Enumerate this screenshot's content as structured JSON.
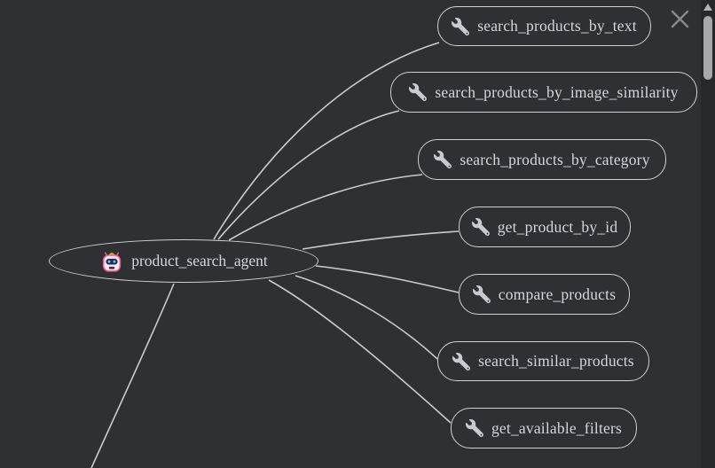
{
  "agent": {
    "label": "product_search_agent",
    "icon": "robot-icon"
  },
  "tools": [
    {
      "label": "search_products_by_text",
      "icon": "wrench-icon"
    },
    {
      "label": "search_products_by_image_similarity",
      "icon": "wrench-icon"
    },
    {
      "label": "search_products_by_category",
      "icon": "wrench-icon"
    },
    {
      "label": "get_product_by_id",
      "icon": "wrench-icon"
    },
    {
      "label": "compare_products",
      "icon": "wrench-icon"
    },
    {
      "label": "search_similar_products",
      "icon": "wrench-icon"
    },
    {
      "label": "get_available_filters",
      "icon": "wrench-icon"
    }
  ],
  "edges": [
    {
      "from": "product_search_agent",
      "to": "search_products_by_text"
    },
    {
      "from": "product_search_agent",
      "to": "search_products_by_image_similarity"
    },
    {
      "from": "product_search_agent",
      "to": "search_products_by_category"
    },
    {
      "from": "product_search_agent",
      "to": "get_product_by_id"
    },
    {
      "from": "product_search_agent",
      "to": "compare_products"
    },
    {
      "from": "product_search_agent",
      "to": "search_similar_products"
    },
    {
      "from": "product_search_agent",
      "to": "get_available_filters"
    },
    {
      "from": "product_search_agent",
      "to": "offscreen-node-below"
    }
  ],
  "controls": {
    "close_icon": "close-icon",
    "scrollbar": {
      "orientation": "vertical",
      "up_arrow_icon": "scroll-up-arrow-icon",
      "thumb_position": "top"
    }
  },
  "colors": {
    "background": "#2f3034",
    "scroll_gutter": "#27282b",
    "node_border": "#d0d1d6",
    "edge": "#c9cbcf",
    "text": "#d5d6dd",
    "icon_gray": "#c9cad1",
    "robot_pink": "#ef5a93",
    "robot_visor": "#232c4e",
    "robot_eyes": "#56c8f5",
    "robot_crest": "#f1a33b"
  }
}
